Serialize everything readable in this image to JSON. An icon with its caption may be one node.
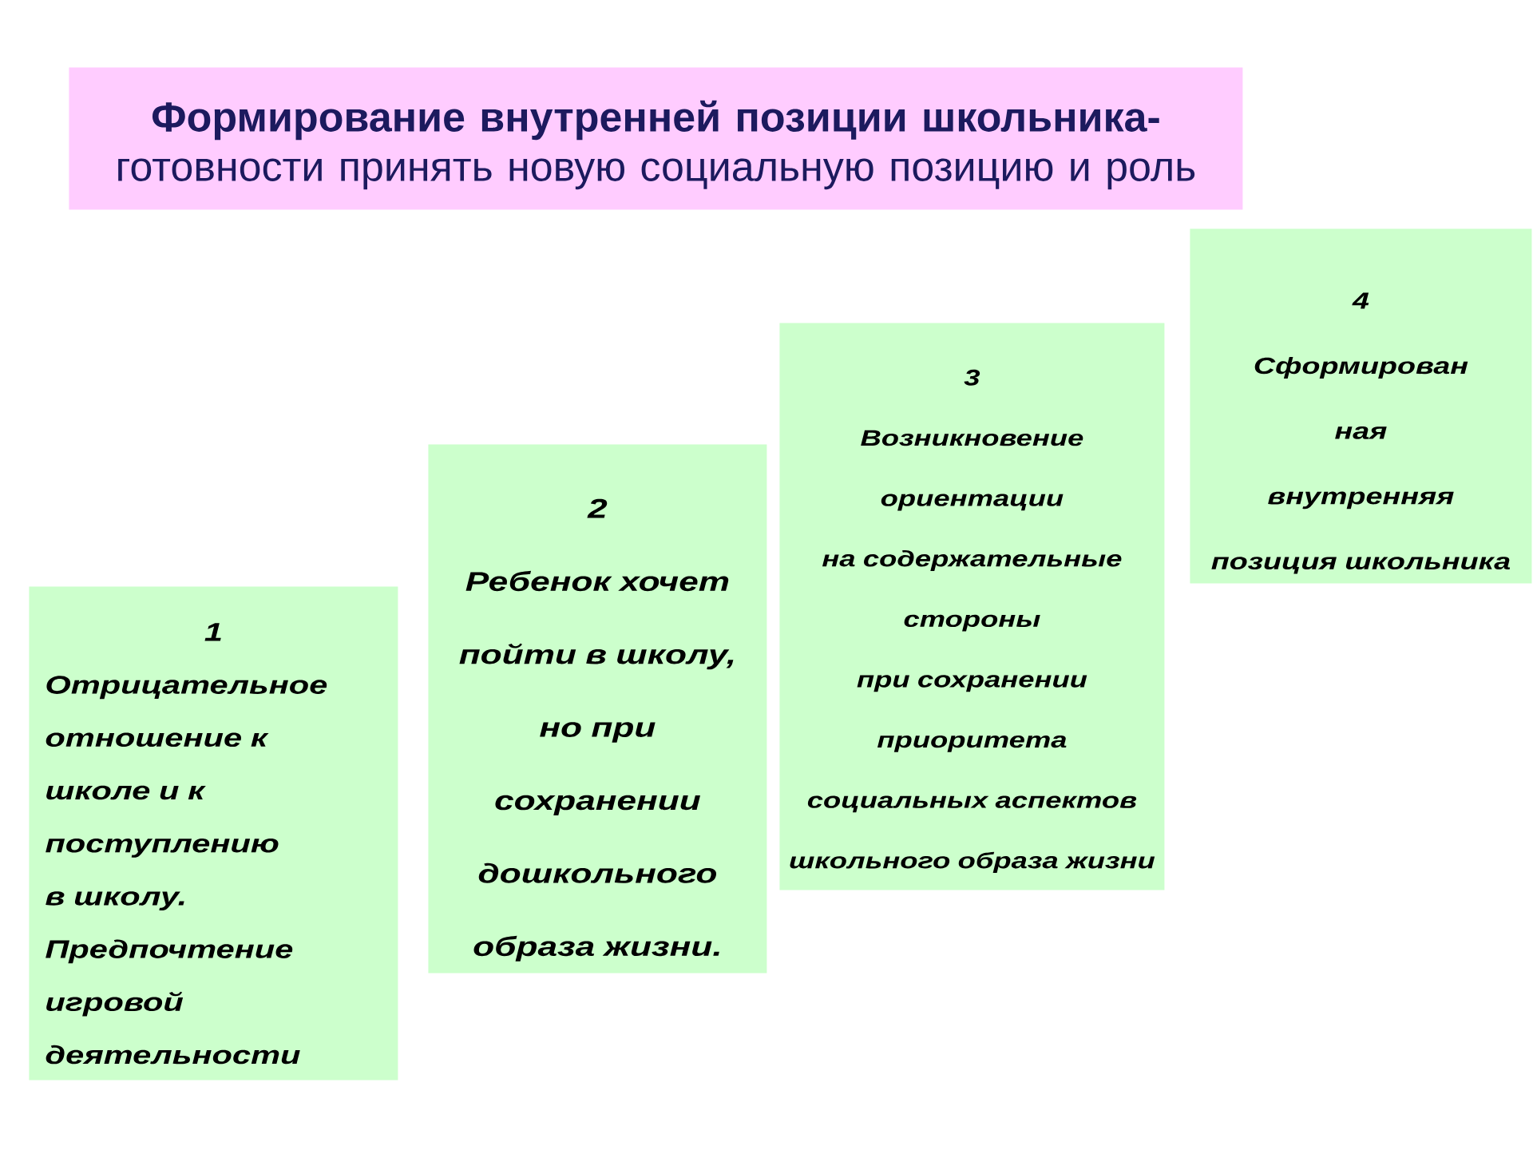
{
  "diagram": {
    "nodes": [
      {
        "text": [
          "Формирование внутренней позиции школьника-",
          "готовности принять новую социальную позицию и роль"
        ]
      },
      {
        "text": [
          "1",
          "Отрицательное отношение к школе и к поступлению в школу. Предпочтение игровой деятельности"
        ]
      },
      {
        "text": [
          "2",
          "Ребенок хочет пойти в школу, но при сохранении дошкольного образа жизни."
        ]
      },
      {
        "text": [
          "3",
          "Возникновение ориентации на содержательные стороны при сохранении приоритета социальных аспектов школьного образа жизни"
        ]
      },
      {
        "text": [
          "4",
          "Сформирован ная внутренняя позиция школьника"
        ]
      }
    ]
  }
}
